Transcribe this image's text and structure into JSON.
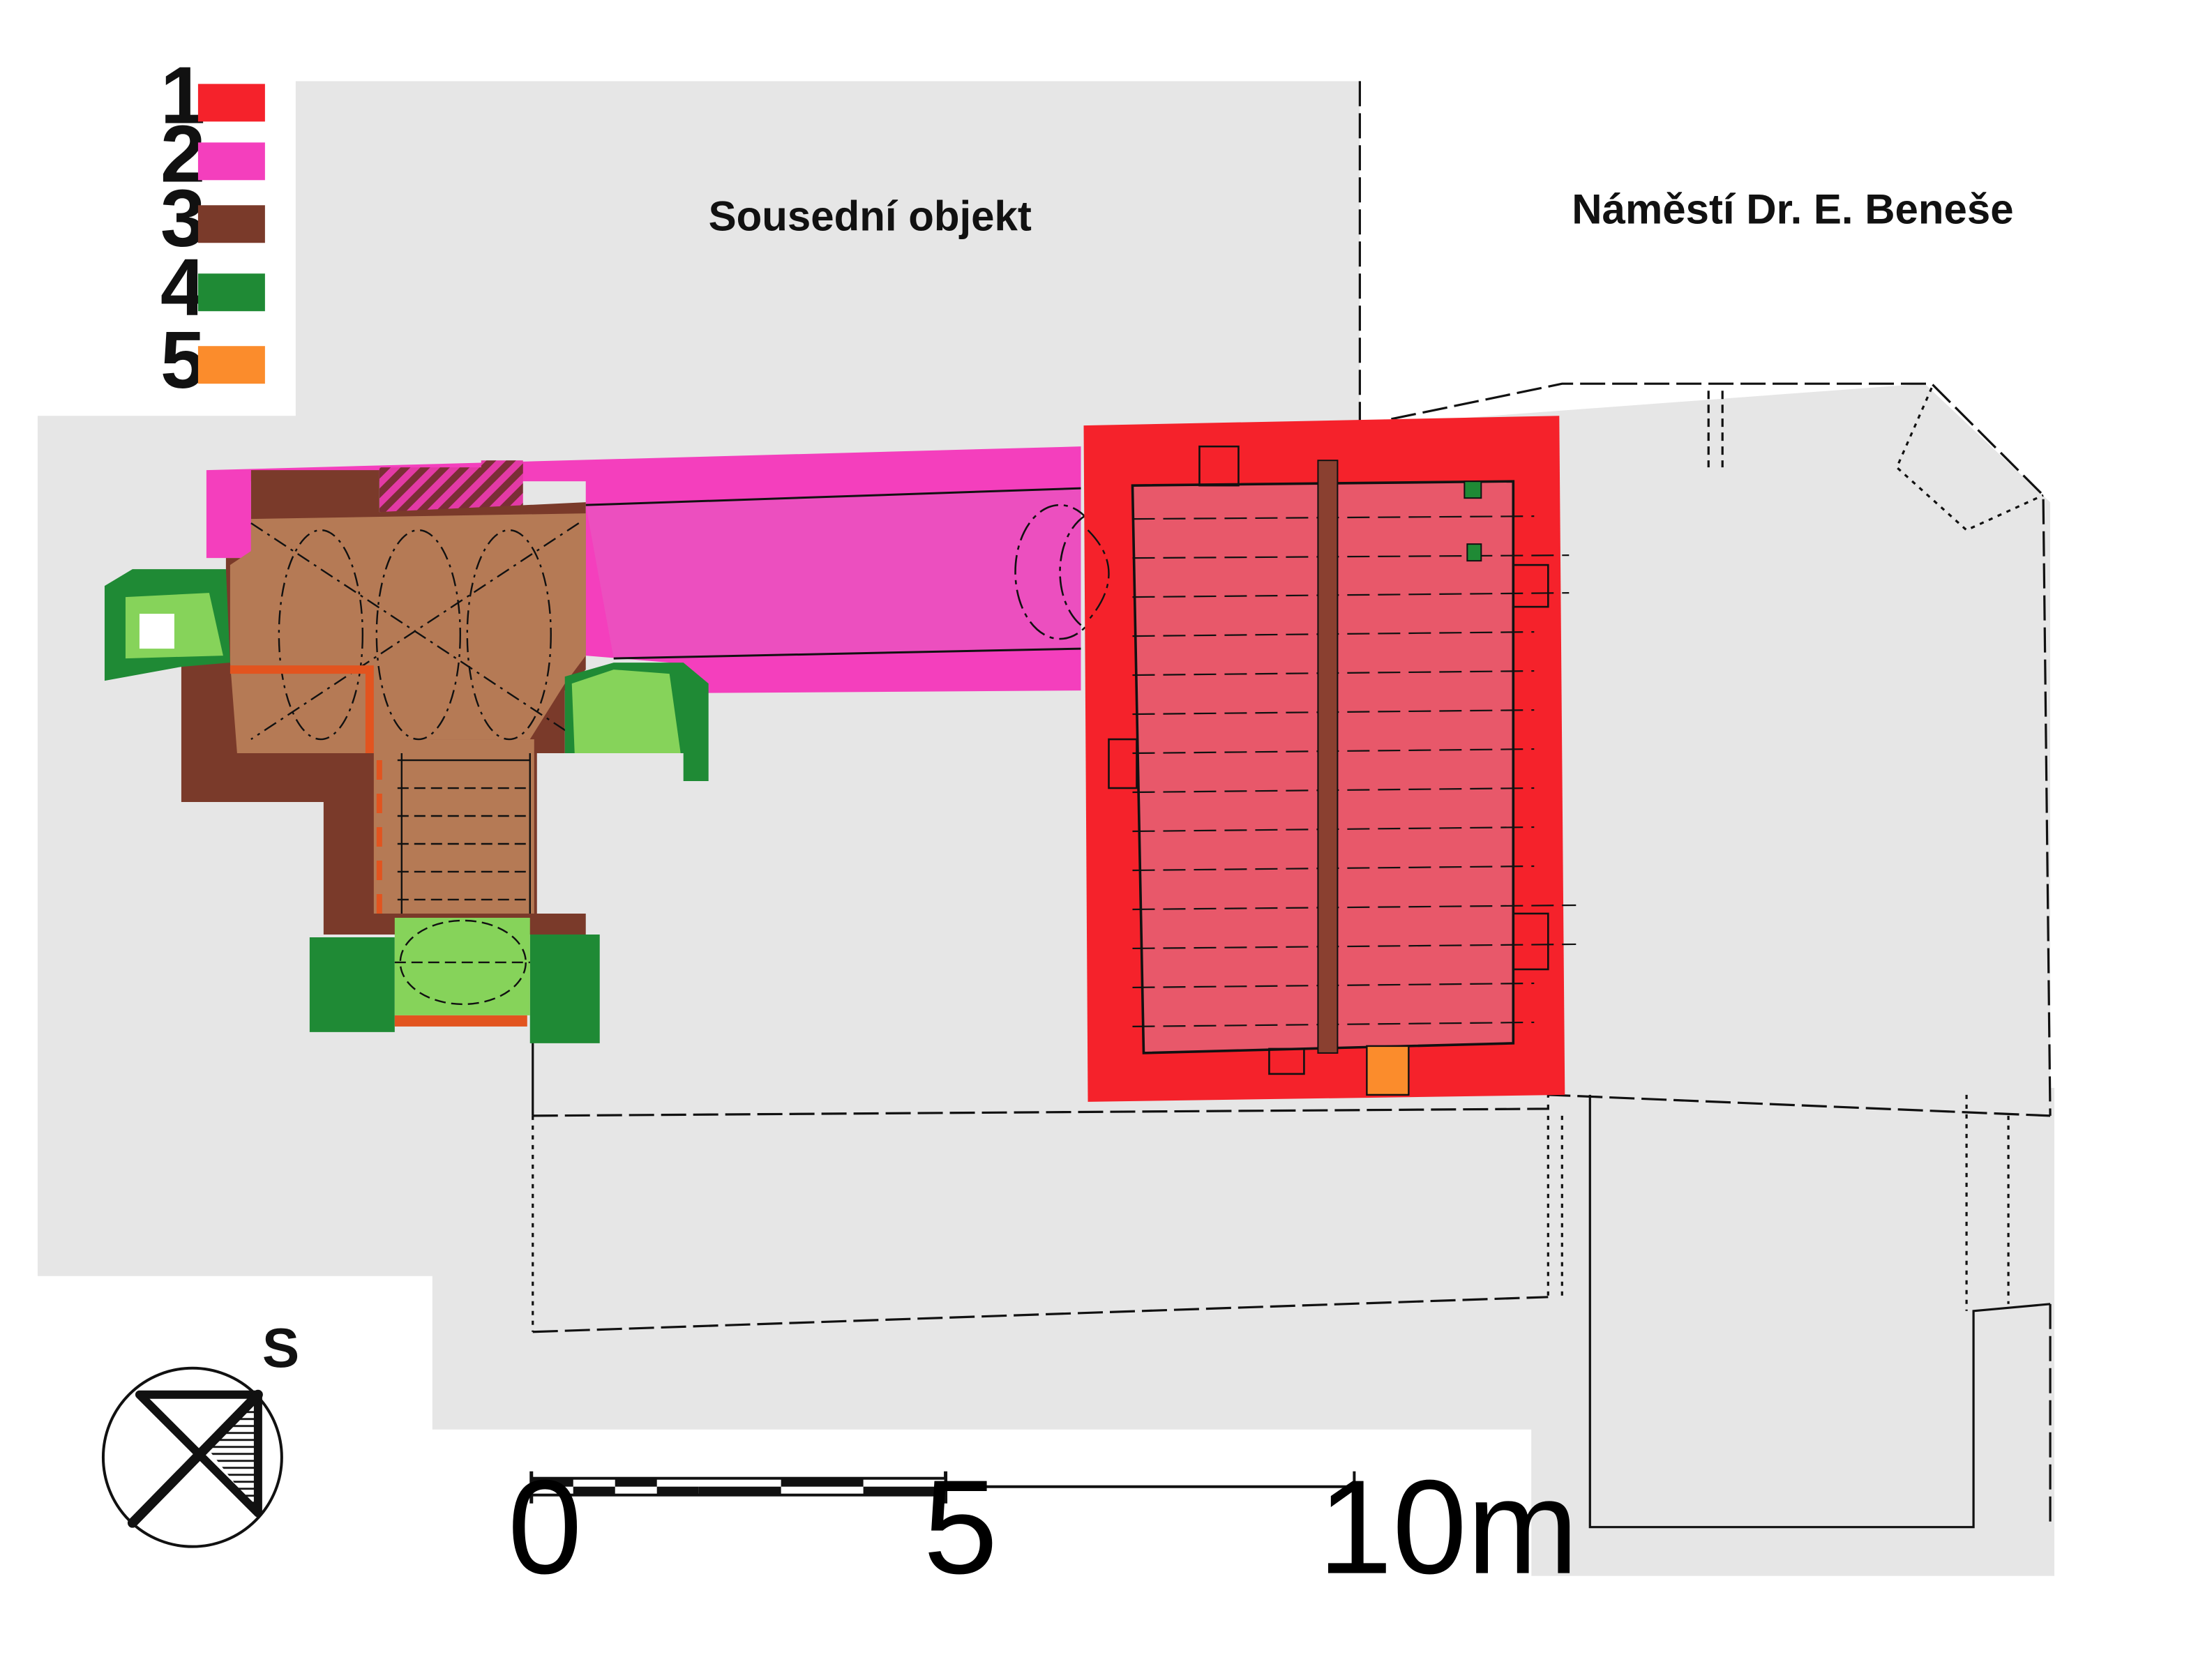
{
  "legend": [
    {
      "num": "1",
      "color": "#f5222b"
    },
    {
      "num": "2",
      "color": "#f43fbd"
    },
    {
      "num": "3",
      "color": "#7a3a2a"
    },
    {
      "num": "4",
      "color": "#1f8a35"
    },
    {
      "num": "5",
      "color": "#fb8c2c"
    }
  ],
  "labels": {
    "neighbor": "Sousední objekt",
    "square": "Náměstí Dr. E. Beneše"
  },
  "north": {
    "letter": "S"
  },
  "scale": {
    "zero": "0",
    "mid": "5",
    "end": "10m"
  },
  "colors": {
    "background_gray": "#e6e6e6",
    "phase1": "#f5222b",
    "phase1_fill": "#e8586a",
    "phase2": "#f43fbd",
    "phase2_fill": "#ec4fbf",
    "phase3": "#7a3a2a",
    "phase3_fill": "#b57a55",
    "phase4": "#1f8a35",
    "phase4_light": "#86d35a",
    "phase5": "#fb8c2c"
  }
}
